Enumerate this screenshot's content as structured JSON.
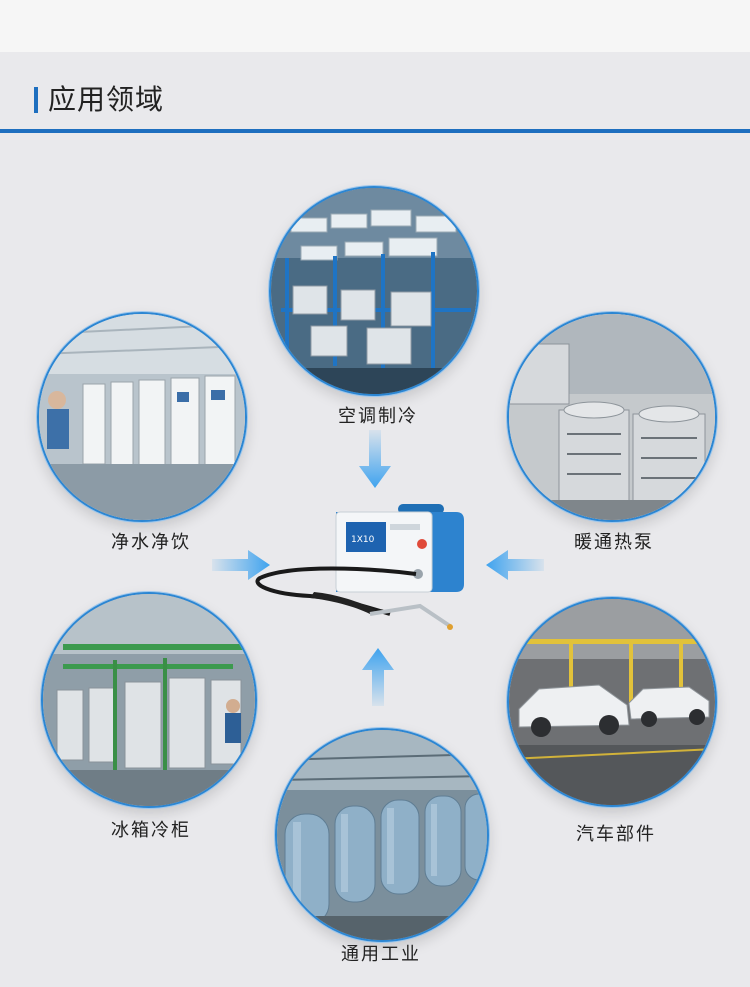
{
  "section": {
    "title": "应用领域"
  },
  "applications": [
    {
      "id": "ac",
      "label": "空调制冷"
    },
    {
      "id": "water",
      "label": "净水净饮"
    },
    {
      "id": "heatpump",
      "label": "暖通热泵"
    },
    {
      "id": "fridge",
      "label": "冰箱冷柜"
    },
    {
      "id": "auto",
      "label": "汽车部件"
    },
    {
      "id": "general",
      "label": "通用工业"
    }
  ],
  "device": {
    "display_text": "1X10"
  },
  "colors": {
    "accent": "#1e6fbf",
    "arrow": "#3fa3ee",
    "background": "#e9e9ec"
  }
}
